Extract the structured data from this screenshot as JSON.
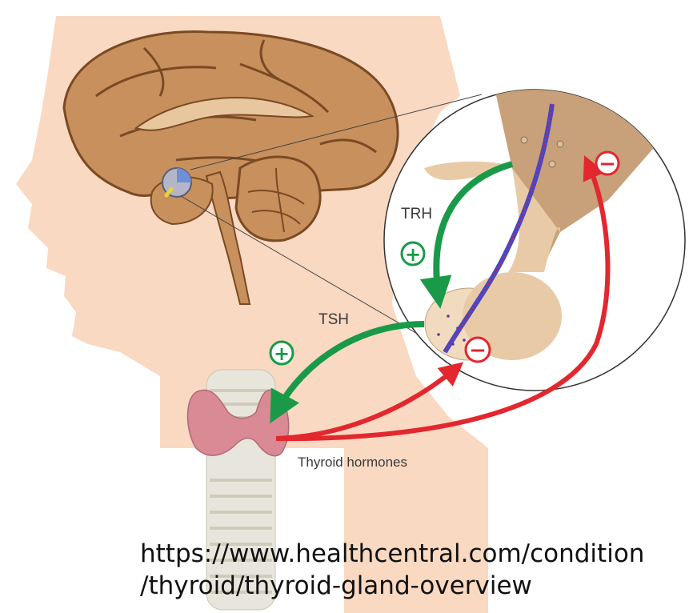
{
  "labels": {
    "trh": "TRH",
    "tsh": "TSH",
    "thyroid_hormones": "Thyroid hormones"
  },
  "signs": {
    "positive": "+",
    "negative": "−"
  },
  "source": {
    "line1": "https://www.healthcentral.com/condition",
    "line2": "/thyroid/thyroid-gland-overview"
  },
  "colors": {
    "skin": "#f9d9c2",
    "brain": "#c8905c",
    "stimulation_arrow": "#1a9a48",
    "inhibition_arrow": "#e2272f",
    "thyroid_gland": "#d98a94",
    "trachea": "#e8e6dc"
  }
}
